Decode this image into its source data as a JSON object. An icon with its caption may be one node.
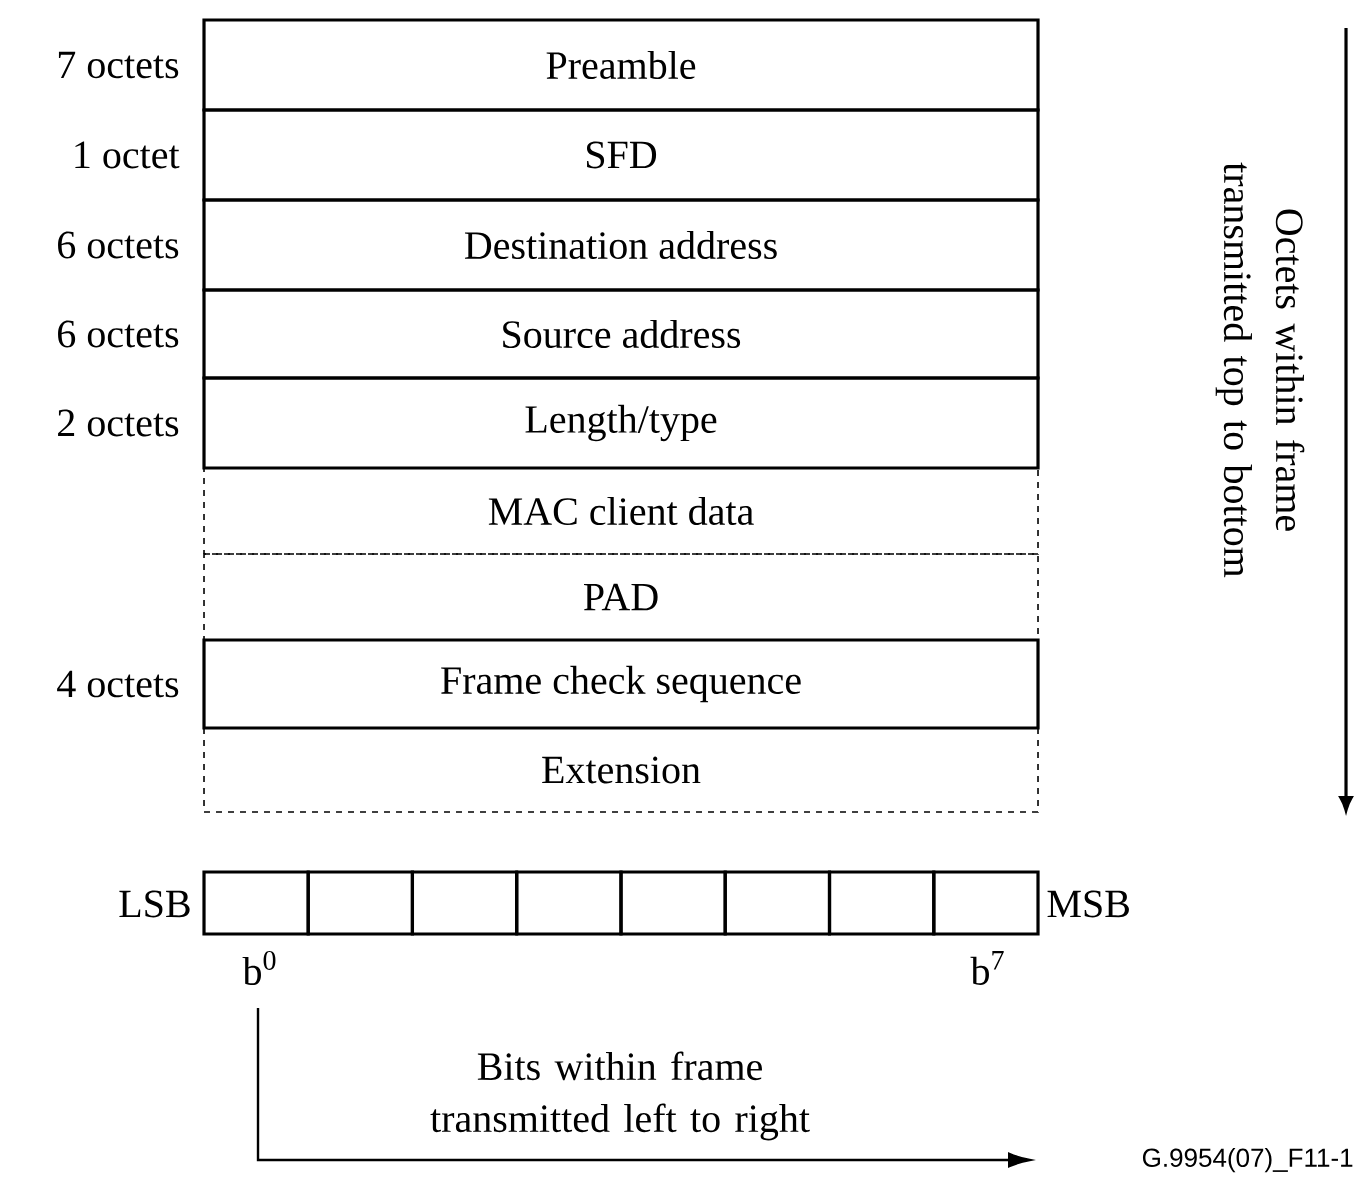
{
  "diagram": {
    "nodes": [
      {
        "text": [
          "Preamble"
        ],
        "beside": [
          "7 octets"
        ]
      },
      {
        "text": [
          "SFD"
        ],
        "beside": [
          "1 octet"
        ]
      },
      {
        "text": [
          "Destination address"
        ],
        "beside": [
          "6 octets"
        ]
      },
      {
        "text": [
          "Source address"
        ],
        "beside": [
          "6 octets"
        ]
      },
      {
        "text": [
          "Length/type"
        ],
        "beside": [
          "2 octets"
        ]
      },
      {
        "text": [
          "MAC client data"
        ]
      },
      {
        "text": [
          "PAD"
        ]
      },
      {
        "text": [
          "Frame check sequence"
        ],
        "beside": [
          "4 octets"
        ]
      },
      {
        "text": [
          "Extension"
        ]
      },
      {
        "text": [],
        "shape": "box"
      },
      {
        "text": [],
        "shape": "box"
      },
      {
        "text": [],
        "shape": "box"
      },
      {
        "text": [],
        "shape": "box"
      },
      {
        "text": [],
        "shape": "box"
      },
      {
        "text": [],
        "shape": "box"
      },
      {
        "text": [],
        "shape": "box"
      },
      {
        "text": [],
        "shape": "box"
      }
    ],
    "labels": [
      "Octets within frame transmitted top to bottom",
      "LSB",
      "MSB",
      "b$^{0}$",
      "b$^{7}$",
      "Bits within frame transmitted left to right",
      "G.9954(07)_F11-1"
    ]
  }
}
